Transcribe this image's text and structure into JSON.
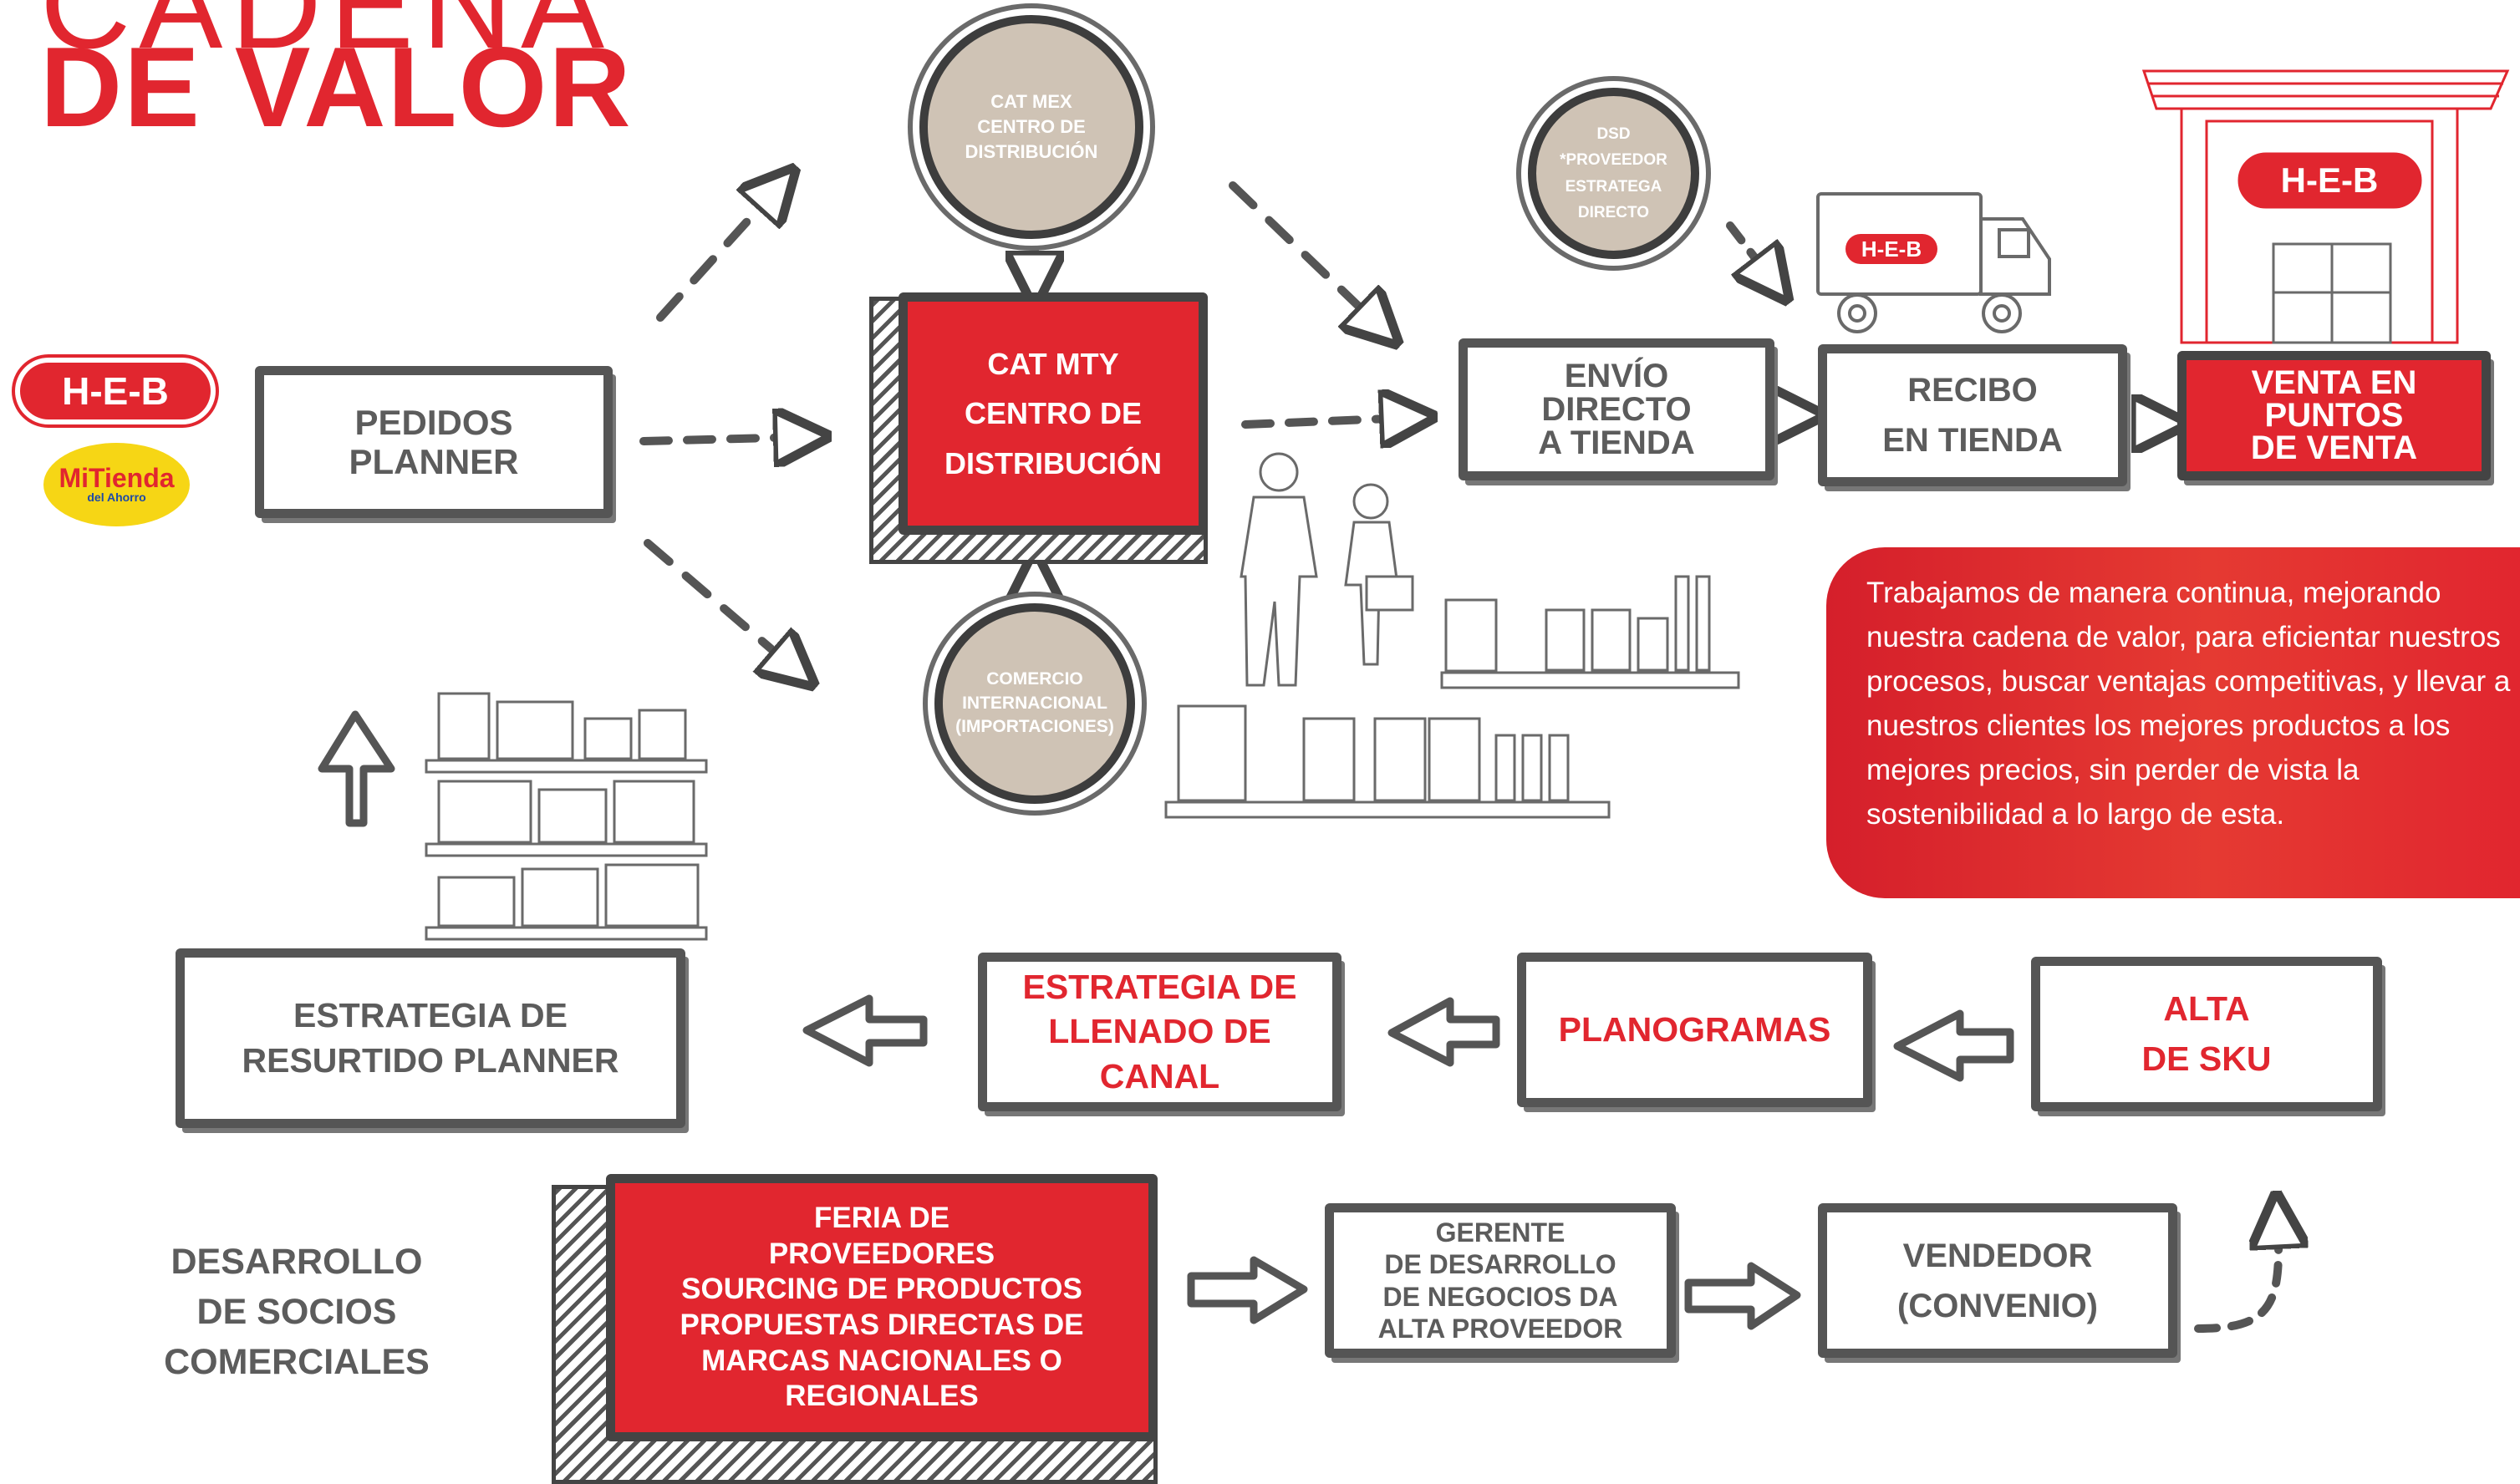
{
  "header": {
    "title_top": "CADENA",
    "title_main": "DE VALOR"
  },
  "logos": {
    "heb": "H-E-B",
    "mitienda_name": "MiTienda",
    "mitienda_tag": "del Ahorro"
  },
  "nodes": {
    "pedidos": "PEDIDOS\nPLANNER",
    "cat_mex": "CAT MEX\nCENTRO DE\nDISTRIBUCIÓN",
    "cat_mty": "CAT MTY\nCENTRO DE\nDISTRIBUCIÓN",
    "comercio": "COMERCIO\nINTERNACIONAL\n(IMPORTACIONES)",
    "dsd": "DSD\n*PROVEEDOR\nESTRATEGA\nDIRECTO",
    "envio": "ENVÍO\nDIRECTO\nA TIENDA",
    "recibo": "RECIBO\nEN TIENDA",
    "venta": "VENTA EN\nPUNTOS\nDE VENTA",
    "resurtido": "ESTRATEGIA DE\nRESURTIDO PLANNER",
    "llenado": "ESTRATEGIA DE\nLLENADO DE\nCANAL",
    "planogramas": "PLANOGRAMAS",
    "alta_sku": "ALTA\nDE SKU",
    "feria": "FERIA DE\nPROVEEDORES\nSOURCING DE PRODUCTOS\nPROPUESTAS DIRECTAS DE\nMARCAS NACIONALES O\nREGIONALES",
    "gerente": "GERENTE\nDE DESARROLLO\nDE NEGOCIOS DA\nALTA PROVEEDOR",
    "vendedor": "VENDEDOR\n(CONVENIO)"
  },
  "socios_label": "DESARROLLO\nDE SOCIOS\nCOMERCIALES",
  "mission_text": "Trabajamos de manera continua, mejorando nuestra cadena de valor, para eficientar nuestros procesos, buscar ventajas competitivas, y llevar a nuestros clientes los mejores productos a los mejores precios, sin perder de vista la sostenibilidad a lo largo de esta.",
  "illustrations": {
    "truck_logo": "H-E-B",
    "store_logo": "H-E-B"
  },
  "colors": {
    "brand_red": "#e1262f",
    "box_border": "#555555",
    "circle_fill": "#cfc3b5",
    "text_gray": "#5c5c5c"
  }
}
